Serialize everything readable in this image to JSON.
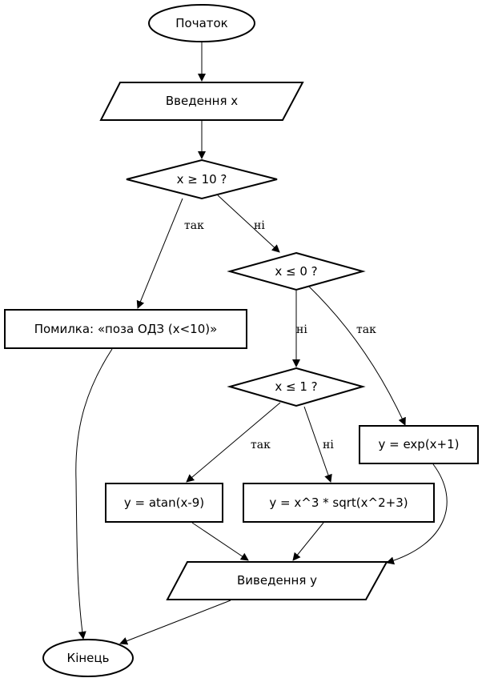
{
  "nodes": {
    "start": "Початок",
    "input": "Введення x",
    "d1": "x ≥ 10 ?",
    "d2": "x ≤ 0 ?",
    "error": "Помилка: «поза ОДЗ (x<10)»",
    "d3": "x ≤ 1 ?",
    "exp": "y = exp(x+1)",
    "atan": "y = atan(x-9)",
    "poly": "y = x^3 * sqrt(x^2+3)",
    "output": "Виведення y",
    "end": "Кінець"
  },
  "edges": {
    "d1_yes": "так",
    "d1_no": "ні",
    "d2_no": "ні",
    "d2_yes": "так",
    "d3_yes": "так",
    "d3_no": "ні"
  }
}
